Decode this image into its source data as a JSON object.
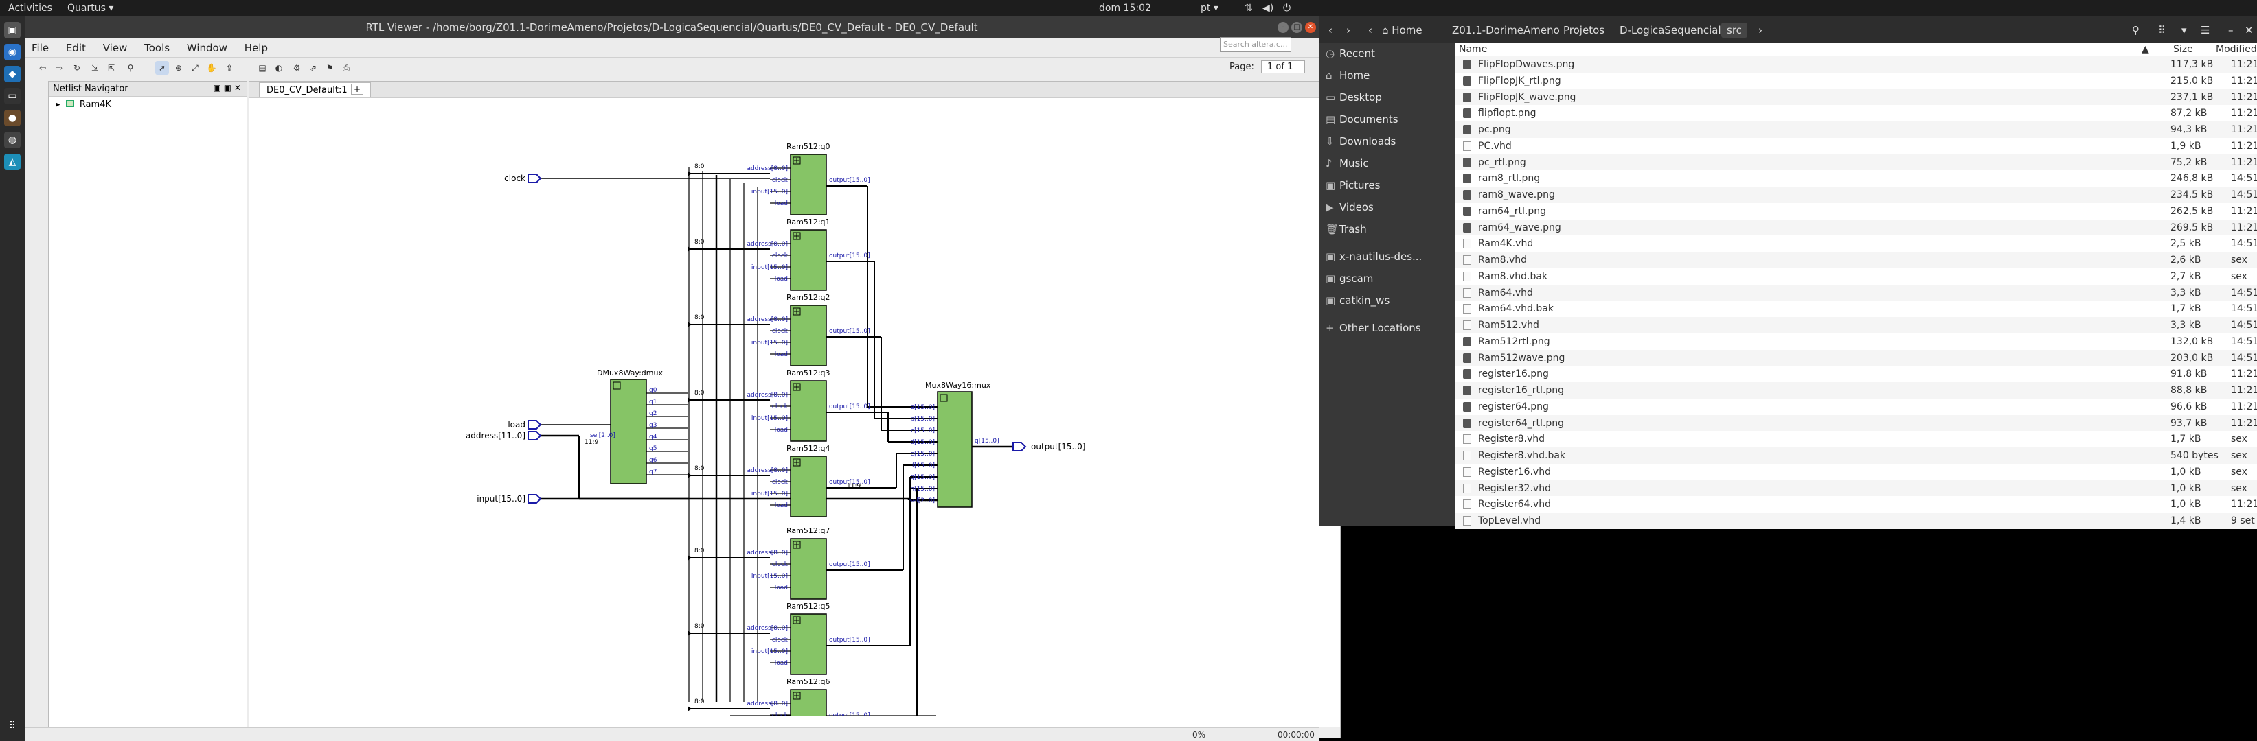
{
  "topbar": {
    "activities": "Activities",
    "app": "Quartus ▾",
    "clock": "dom 15:02",
    "lang": "pt ▾"
  },
  "quartus": {
    "title": "RTL Viewer - /home/borg/Z01.1-DorimeAmeno/Projetos/D-LogicaSequencial/Quartus/DE0_CV_Default - DE0_CV_Default",
    "menu": [
      "File",
      "Edit",
      "View",
      "Tools",
      "Window",
      "Help"
    ],
    "search_placeholder": "Search altera.c...",
    "page_label": "Page:",
    "page_value": "1 of 1",
    "netlist_title": "Netlist Navigator",
    "netlist_node": "Ram4K",
    "tab_label": "DE0_CV_Default:1",
    "status_percent": "0%",
    "status_time": "00:00:00"
  },
  "diagram": {
    "inputs": [
      "clock",
      "load",
      "address[11..0]",
      "input[15..0]"
    ],
    "output": "output[15..0]",
    "demux": {
      "name": "DMux8Way:dmux",
      "ports": [
        "q0",
        "q1",
        "q2",
        "q3",
        "q4",
        "q5",
        "q6",
        "q7"
      ]
    },
    "mux": {
      "name": "Mux8Way16:mux",
      "ports": [
        "a[15..0]",
        "b[15..0]",
        "c[15..0]",
        "d[15..0]",
        "e[15..0]",
        "f[15..0]",
        "g[15..0]",
        "h[15..0]",
        "sel[2..0]"
      ],
      "out": "q[15..0]"
    },
    "rams": [
      "Ram512:q0",
      "Ram512:q1",
      "Ram512:q2",
      "Ram512:q3",
      "Ram512:q4",
      "Ram512:q7",
      "Ram512:q5",
      "Ram512:q6"
    ],
    "ram_ports": [
      "address[8..0]",
      "clock",
      "input[15..0]",
      "load"
    ],
    "ram_out": "output[15..0]",
    "bus_label": "8:0",
    "sel_label": "11:9",
    "sel_label2": "11:9"
  },
  "files": {
    "crumbs": [
      "Home",
      "Z01.1-DorimeAmeno",
      "Projetos",
      "D-LogicaSequencial",
      "src"
    ],
    "places": [
      "Recent",
      "Home",
      "Desktop",
      "Documents",
      "Downloads",
      "Music",
      "Pictures",
      "Videos",
      "Trash",
      "x-nautilus-des...",
      "gscam",
      "catkin_ws",
      "Other Locations"
    ],
    "columns": {
      "name": "Name",
      "size": "Size",
      "modified": "Modified"
    },
    "rows": [
      {
        "name": "FlipFlopDwaves.png",
        "size": "117,3 kB",
        "mod": "11:21",
        "type": "img"
      },
      {
        "name": "FlipFlopJK_rtl.png",
        "size": "215,0 kB",
        "mod": "11:21",
        "type": "img"
      },
      {
        "name": "FlipFlopJK_wave.png",
        "size": "237,1 kB",
        "mod": "11:21",
        "type": "img"
      },
      {
        "name": "flipflopt.png",
        "size": "87,2 kB",
        "mod": "11:21",
        "type": "img"
      },
      {
        "name": "pc.png",
        "size": "94,3 kB",
        "mod": "11:21",
        "type": "img"
      },
      {
        "name": "PC.vhd",
        "size": "1,9 kB",
        "mod": "11:21",
        "type": "txt"
      },
      {
        "name": "pc_rtl.png",
        "size": "75,2 kB",
        "mod": "11:21",
        "type": "img"
      },
      {
        "name": "ram8_rtl.png",
        "size": "246,8 kB",
        "mod": "14:51",
        "type": "img"
      },
      {
        "name": "ram8_wave.png",
        "size": "234,5 kB",
        "mod": "14:51",
        "type": "img"
      },
      {
        "name": "ram64_rtl.png",
        "size": "262,5 kB",
        "mod": "11:21",
        "type": "img"
      },
      {
        "name": "ram64_wave.png",
        "size": "269,5 kB",
        "mod": "11:21",
        "type": "img"
      },
      {
        "name": "Ram4K.vhd",
        "size": "2,5 kB",
        "mod": "14:51",
        "type": "txt"
      },
      {
        "name": "Ram8.vhd",
        "size": "2,6 kB",
        "mod": "sex",
        "type": "txt"
      },
      {
        "name": "Ram8.vhd.bak",
        "size": "2,7 kB",
        "mod": "sex",
        "type": "txt"
      },
      {
        "name": "Ram64.vhd",
        "size": "3,3 kB",
        "mod": "14:51",
        "type": "txt"
      },
      {
        "name": "Ram64.vhd.bak",
        "size": "1,7 kB",
        "mod": "14:51",
        "type": "txt"
      },
      {
        "name": "Ram512.vhd",
        "size": "3,3 kB",
        "mod": "14:51",
        "type": "txt"
      },
      {
        "name": "Ram512rtl.png",
        "size": "132,0 kB",
        "mod": "14:51",
        "type": "img"
      },
      {
        "name": "Ram512wave.png",
        "size": "203,0 kB",
        "mod": "14:51",
        "type": "img"
      },
      {
        "name": "register16.png",
        "size": "91,8 kB",
        "mod": "11:21",
        "type": "img"
      },
      {
        "name": "register16_rtl.png",
        "size": "88,8 kB",
        "mod": "11:21",
        "type": "img"
      },
      {
        "name": "register64.png",
        "size": "96,6 kB",
        "mod": "11:21",
        "type": "img"
      },
      {
        "name": "register64_rtl.png",
        "size": "93,7 kB",
        "mod": "11:21",
        "type": "img"
      },
      {
        "name": "Register8.vhd",
        "size": "1,7 kB",
        "mod": "sex",
        "type": "txt"
      },
      {
        "name": "Register8.vhd.bak",
        "size": "540 bytes",
        "mod": "sex",
        "type": "txt"
      },
      {
        "name": "Register16.vhd",
        "size": "1,0 kB",
        "mod": "sex",
        "type": "txt"
      },
      {
        "name": "Register32.vhd",
        "size": "1,0 kB",
        "mod": "sex",
        "type": "txt"
      },
      {
        "name": "Register64.vhd",
        "size": "1,0 kB",
        "mod": "11:21",
        "type": "txt"
      },
      {
        "name": "TopLevel.vhd",
        "size": "1,4 kB",
        "mod": "9 set",
        "type": "txt"
      }
    ]
  },
  "colors": {
    "block": "#86c466",
    "wire": "#000000",
    "port": "#1a1aa8",
    "accent": "#1d8fb8"
  }
}
